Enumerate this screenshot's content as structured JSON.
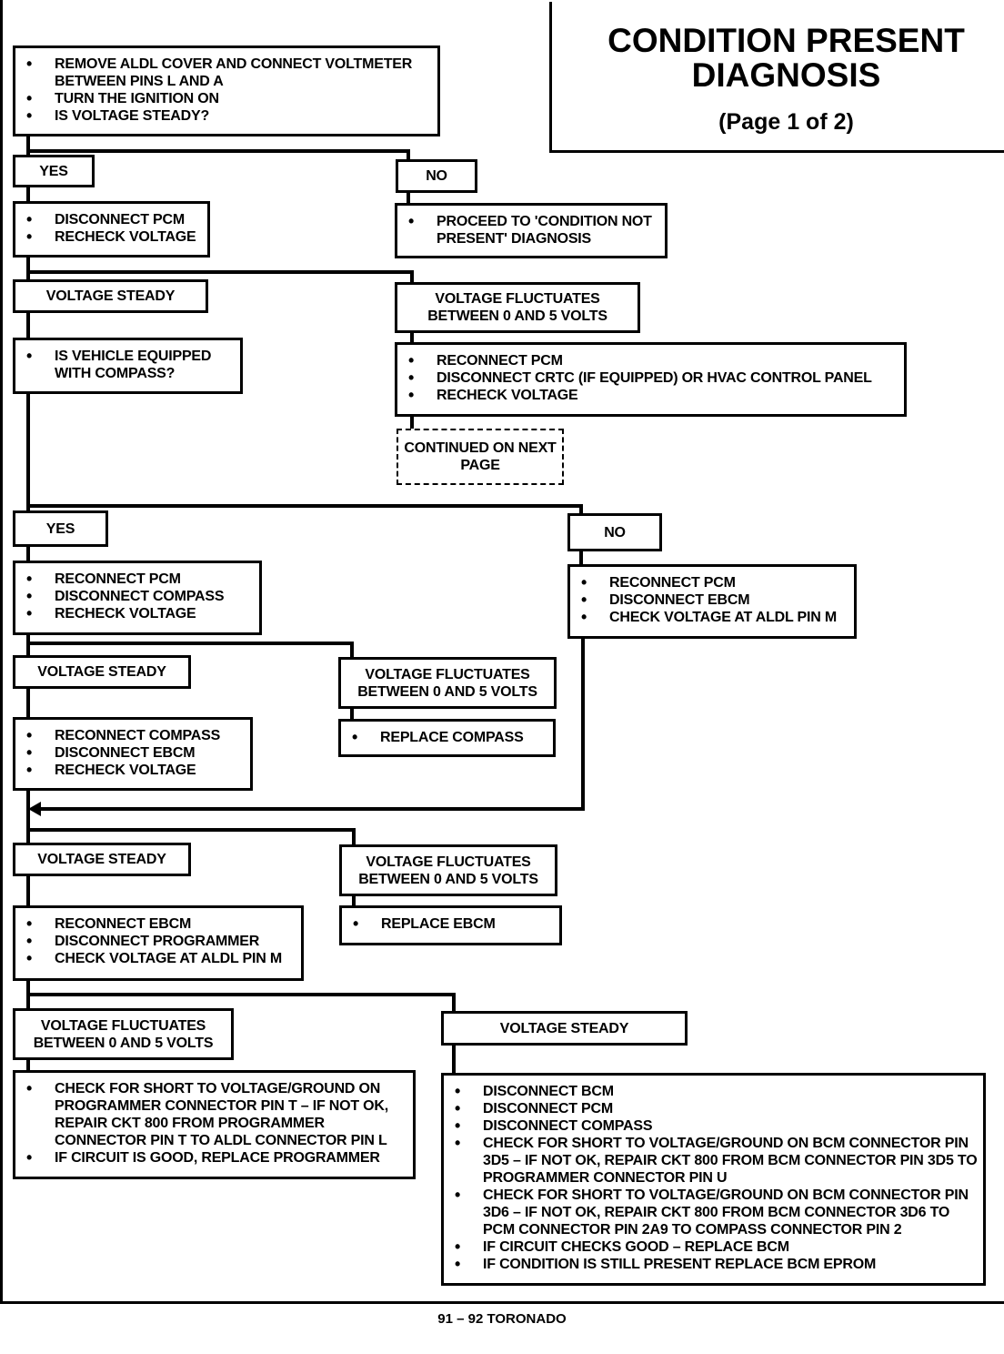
{
  "title": {
    "line1": "CONDITION PRESENT",
    "line2": "DIAGNOSIS",
    "page": "(Page 1 of 2)"
  },
  "footer": "91 – 92 TORONADO",
  "nodes": {
    "step1": [
      "REMOVE ALDL COVER AND CONNECT VOLTMETER BETWEEN PINS L AND A",
      "TURN THE IGNITION ON",
      "IS VOLTAGE STEADY?"
    ],
    "yes1": "YES",
    "no1": "NO",
    "step2": [
      "DISCONNECT PCM",
      "RECHECK VOLTAGE"
    ],
    "proceed": [
      "PROCEED TO 'CONDITION NOT PRESENT' DIAGNOSIS"
    ],
    "steady1": "VOLTAGE STEADY",
    "fluct1": "VOLTAGE FLUCTUATES BETWEEN 0 AND 5 VOLTS",
    "compassq": [
      "IS VEHICLE EQUIPPED WITH COMPASS?"
    ],
    "reconnect_pcm1": [
      "RECONNECT PCM",
      "DISCONNECT CRTC (IF EQUIPPED) OR HVAC CONTROL PANEL",
      "RECHECK VOLTAGE"
    ],
    "continued": "CONTINUED ON NEXT PAGE",
    "yes2": "YES",
    "no2": "NO",
    "yes2_step": [
      "RECONNECT   PCM",
      "DISCONNECT COMPASS",
      "RECHECK VOLTAGE"
    ],
    "no2_step": [
      "RECONNECT PCM",
      "DISCONNECT  EBCM",
      "CHECK VOLTAGE AT ALDL PIN M"
    ],
    "steady2": "VOLTAGE STEADY",
    "fluct2": "VOLTAGE FLUCTUATES BETWEEN 0 AND 5 VOLTS",
    "replace_compass": [
      "REPLACE  COMPASS"
    ],
    "steady2_step": [
      "RECONNECT COMPASS",
      "DISCONNECT EBCM",
      "RECHECK VOLTAGE"
    ],
    "steady3": "VOLTAGE STEADY",
    "fluct3": "VOLTAGE FLUCTUATES BETWEEN 0 AND 5 VOLTS",
    "replace_ebcm": [
      "REPLACE  EBCM"
    ],
    "steady3_step": [
      "RECONNECT EBCM",
      "DISCONNECT PROGRAMMER",
      "CHECK VOLTAGE AT ALDL PIN M"
    ],
    "fluct4": "VOLTAGE FLUCTUATES BETWEEN 0 AND 5 VOLTS",
    "steady4": "VOLTAGE STEADY",
    "fluct4_step": [
      "CHECK FOR SHORT TO VOLTAGE/GROUND ON PROGRAMMER CONNECTOR PIN T – IF NOT OK, REPAIR CKT 800 FROM PROGRAMMER CONNECTOR PIN T TO ALDL CONNECTOR PIN L",
      "IF CIRCUIT IS GOOD, REPLACE PROGRAMMER"
    ],
    "steady4_step": [
      "DISCONNECT BCM",
      "DISCONNECT PCM",
      "DISCONNECT COMPASS",
      "CHECK FOR SHORT TO VOLTAGE/GROUND ON BCM CONNECTOR PIN 3D5 – IF NOT OK, REPAIR CKT 800 FROM BCM CONNECTOR PIN 3D5 TO PROGRAMMER CONNECTOR PIN U",
      "CHECK FOR SHORT TO VOLTAGE/GROUND ON BCM CONNECTOR PIN 3D6 – IF NOT OK, REPAIR CKT 800 FROM BCM CONNECTOR 3D6 TO PCM CONNECTOR PIN 2A9 TO COMPASS CONNECTOR PIN 2",
      "IF CIRCUIT CHECKS GOOD – REPLACE BCM",
      "IF CONDITION IS STILL PRESENT REPLACE BCM EPROM"
    ]
  }
}
